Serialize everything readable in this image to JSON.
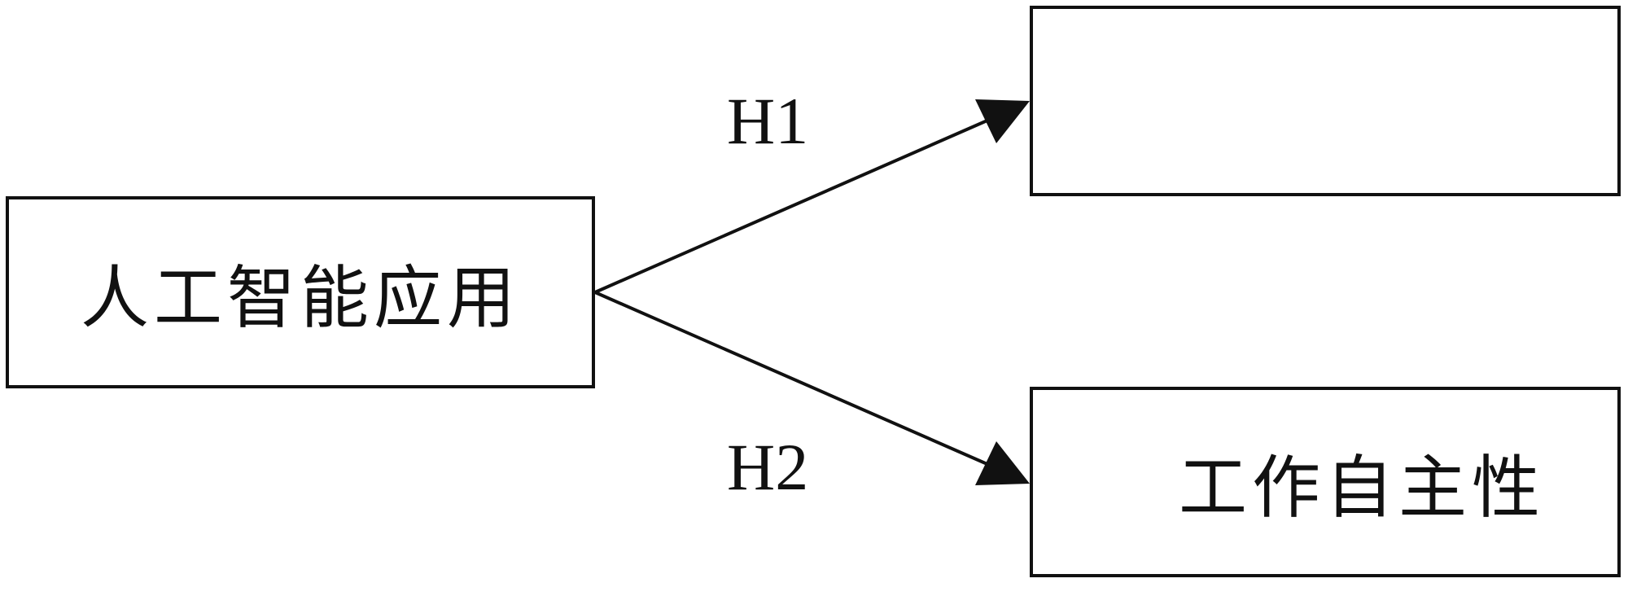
{
  "diagram": {
    "nodes": {
      "source": {
        "label": "人工智能应用"
      },
      "top": {
        "label": ""
      },
      "bottom": {
        "label": "工作自主性"
      }
    },
    "edges": [
      {
        "from": "source",
        "to": "top",
        "label": "H1"
      },
      {
        "from": "source",
        "to": "bottom",
        "label": "H2"
      }
    ]
  }
}
